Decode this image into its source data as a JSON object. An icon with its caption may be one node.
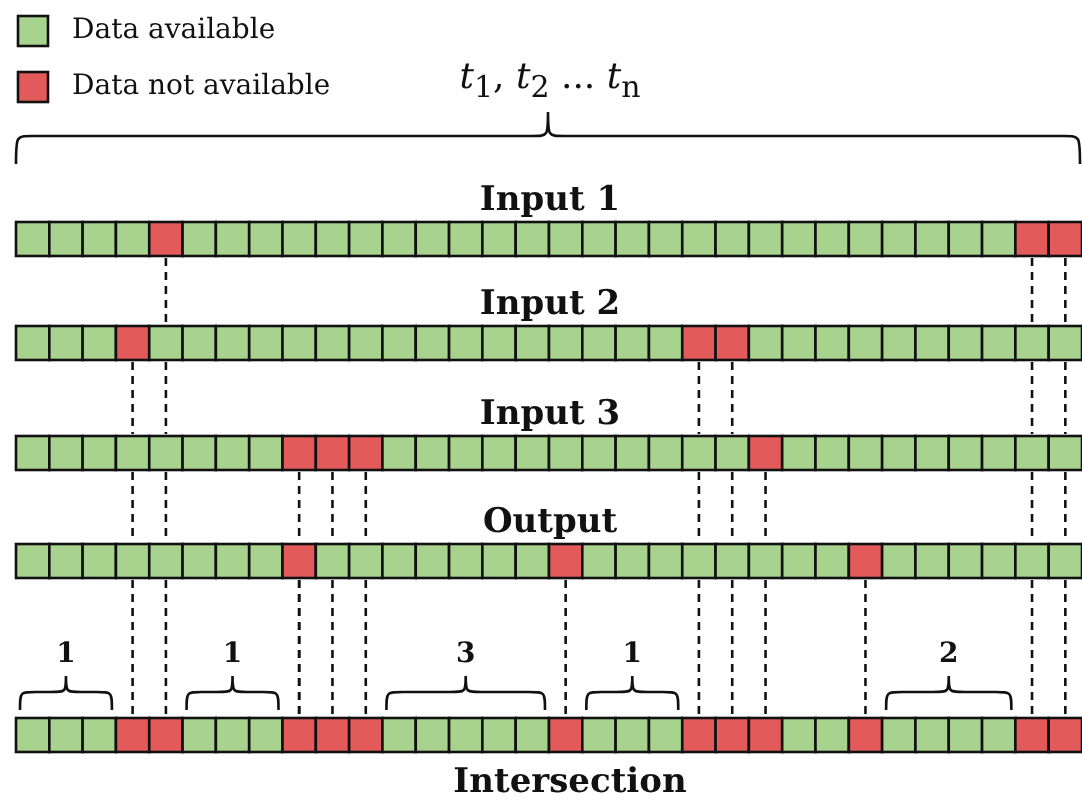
{
  "diagram": {
    "labels": [
      "*t*$_{1}$, *t*$_{2}$ ... *t*$_{n}$",
      "Input 1",
      "Input 2",
      "Input 3",
      "Output",
      "1",
      "1",
      "3",
      "1",
      "2",
      "Intersection"
    ],
    "legend": [
      {
        "text": "Data available",
        "color": "#a8d38e"
      },
      {
        "text": "Data not available",
        "color": "#e35a5a"
      }
    ]
  }
}
